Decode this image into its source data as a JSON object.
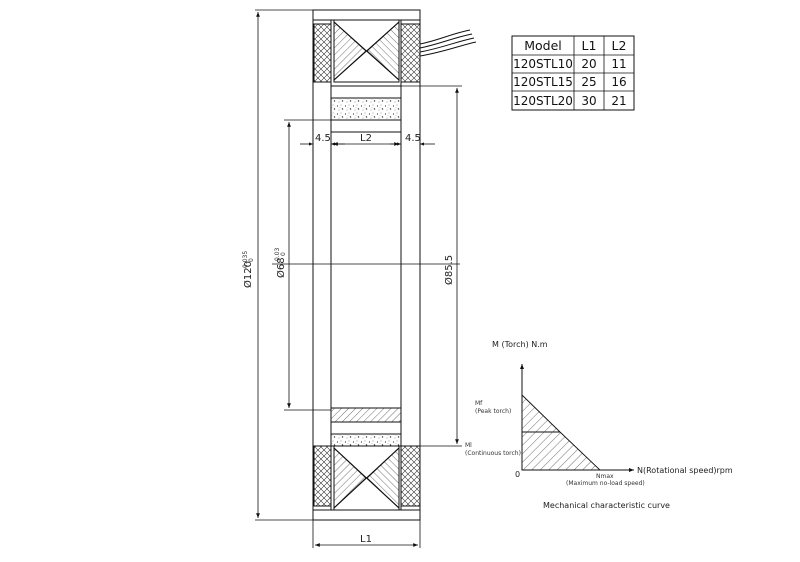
{
  "drawing": {
    "dim_outer_dia": "Ø120",
    "dim_outer_tol_upper": "0.035",
    "dim_outer_tol_lower": "0",
    "dim_inner_dia": "Ø68",
    "dim_inner_tol_upper": "0.03",
    "dim_inner_tol_lower": "0",
    "dim_bore_dia": "Ø85.5",
    "dim_left_offset": "4.5",
    "dim_right_offset": "4.5",
    "dim_l2": "L2",
    "dim_l1": "L1"
  },
  "table": {
    "headers": [
      "Model",
      "L1",
      "L2"
    ],
    "rows": [
      [
        "120STL10",
        "20",
        "11"
      ],
      [
        "120STL15",
        "25",
        "16"
      ],
      [
        "120STL20",
        "30",
        "21"
      ]
    ]
  },
  "curve": {
    "y_axis_label": "M (Torch) N.m",
    "x_axis_label": "N(Rotational speed)rpm",
    "origin_label": "0",
    "mf_label": "Mf",
    "mf_desc": "(Peak torch)",
    "ml_label": "Ml",
    "ml_desc": "(Continuous torch)",
    "nmax_label": "Nmax",
    "nmax_desc": "(Maximum no-load speed)",
    "caption": "Mechanical characteristic curve"
  }
}
